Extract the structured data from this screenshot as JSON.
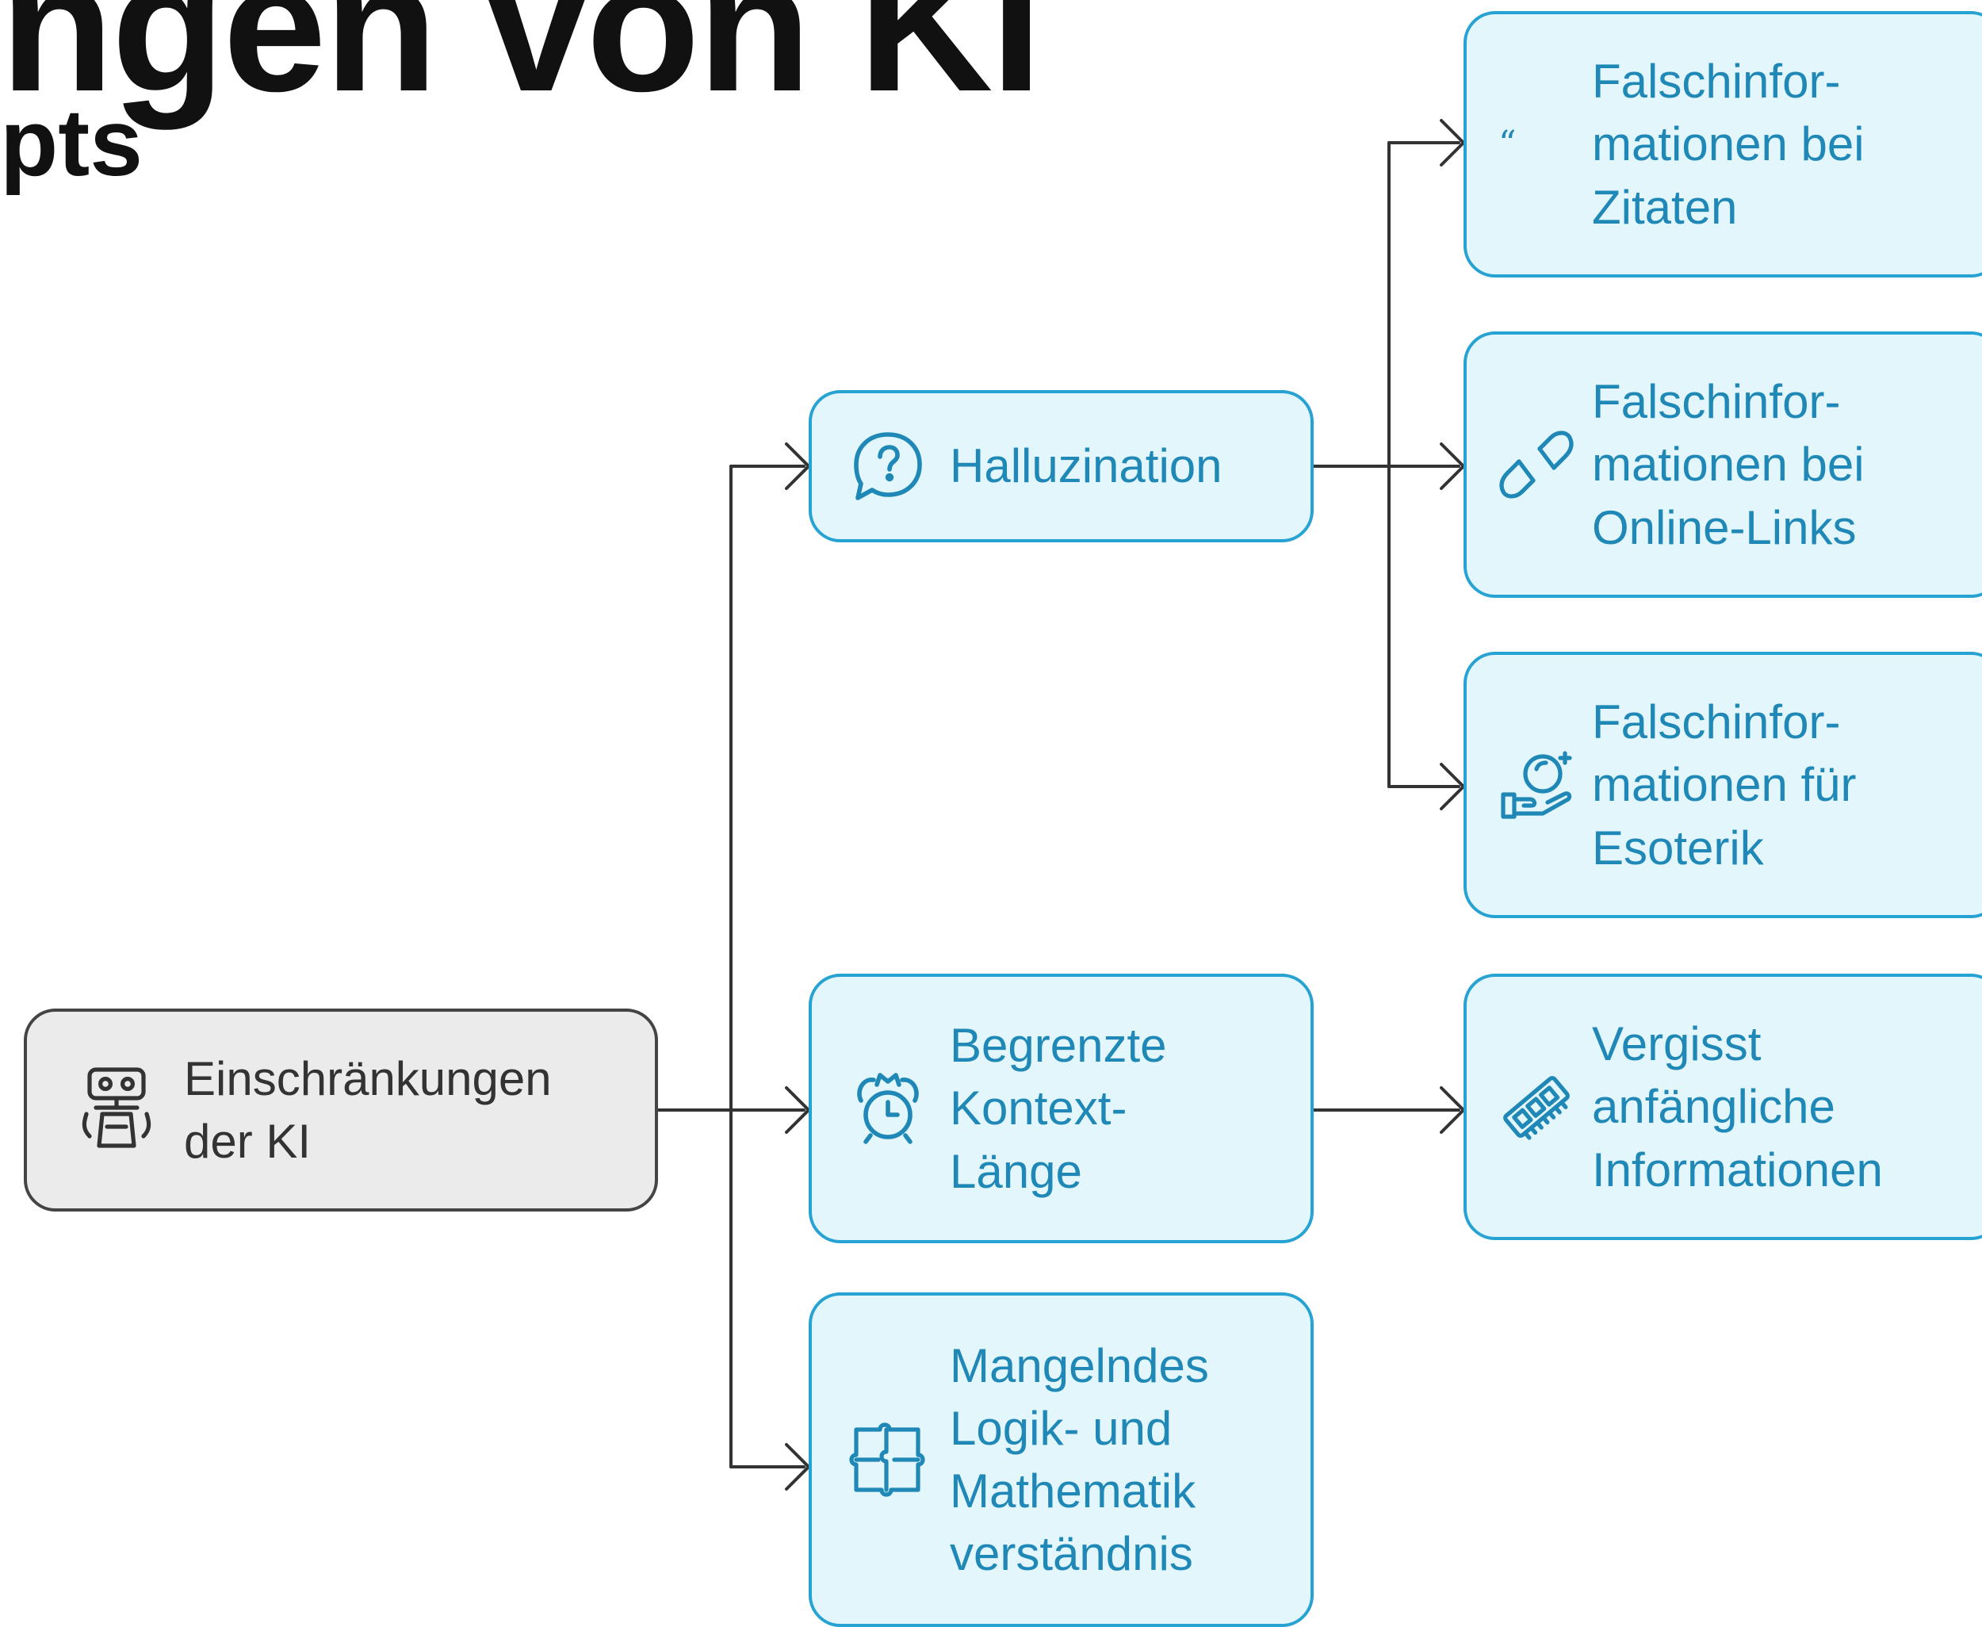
{
  "header": {
    "title_fragment": "ngen von KI",
    "subtitle_fragment": "pts"
  },
  "nodes": {
    "root": {
      "label": "Einschränkungen\nder KI",
      "icon": "robot-icon"
    },
    "halluzination": {
      "label": "Halluzination",
      "icon": "question-bubble-icon"
    },
    "kontext": {
      "label": "Begrenzte\nKontext-\nLänge",
      "icon": "alarm-clock-icon"
    },
    "logik": {
      "label": "Mangelndes\nLogik- und\nMathematik\nverständnis",
      "icon": "puzzle-icon"
    },
    "zitate": {
      "label": "Falschinfor-\nmationen bei\nZitaten",
      "icon": "quote-icon"
    },
    "links": {
      "label": "Falschinfor-\nmationen bei\nOnline-Links",
      "icon": "broken-link-icon"
    },
    "esoterik": {
      "label": "Falschinfor-\nmationen für\nEsoterik",
      "icon": "hand-crystal-ball-icon"
    },
    "vergisst": {
      "label": "Vergisst\nanfängliche\nInformationen",
      "icon": "memory-chip-icon"
    }
  },
  "colors": {
    "node_fill": "#e2f6fc",
    "node_border": "#26a2d3",
    "node_text": "#1f88b6",
    "root_fill": "#ebebeb",
    "root_border": "#444444",
    "connector": "#333333"
  }
}
